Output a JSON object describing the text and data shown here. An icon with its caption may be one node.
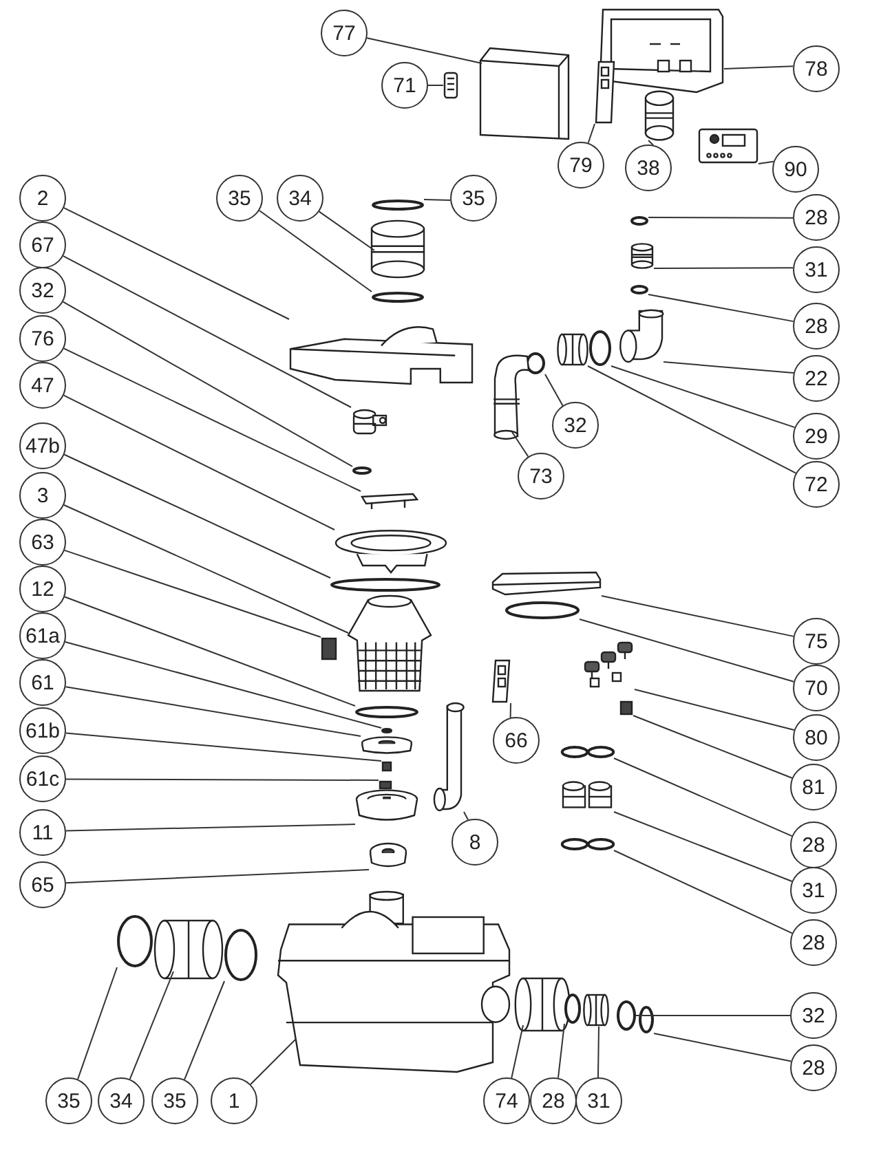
{
  "diagram": {
    "nodes": [
      {
        "text": [
          "77"
        ]
      },
      {
        "text": [
          "71"
        ]
      },
      {
        "text": [
          "78"
        ]
      },
      {
        "text": [
          "79"
        ]
      },
      {
        "text": [
          "38"
        ]
      },
      {
        "text": [
          "90"
        ]
      },
      {
        "text": [
          "2"
        ]
      },
      {
        "text": [
          "35"
        ]
      },
      {
        "text": [
          "34"
        ]
      },
      {
        "text": [
          "35"
        ]
      },
      {
        "text": [
          "28"
        ]
      },
      {
        "text": [
          "31"
        ]
      },
      {
        "text": [
          "28"
        ]
      },
      {
        "text": [
          "22"
        ]
      },
      {
        "text": [
          "67"
        ]
      },
      {
        "text": [
          "32"
        ]
      },
      {
        "text": [
          "76"
        ]
      },
      {
        "text": [
          "29"
        ]
      },
      {
        "text": [
          "72"
        ]
      },
      {
        "text": [
          "32"
        ]
      },
      {
        "text": [
          "73"
        ]
      },
      {
        "text": [
          "47"
        ]
      },
      {
        "text": [
          "47b"
        ]
      },
      {
        "text": [
          "3"
        ]
      },
      {
        "text": [
          "63"
        ]
      },
      {
        "text": [
          "12"
        ]
      },
      {
        "text": [
          "61a"
        ]
      },
      {
        "text": [
          "61"
        ]
      },
      {
        "text": [
          "61b"
        ]
      },
      {
        "text": [
          "61c"
        ]
      },
      {
        "text": [
          "75"
        ]
      },
      {
        "text": [
          "70"
        ]
      },
      {
        "text": [
          "66"
        ]
      },
      {
        "text": [
          "80"
        ]
      },
      {
        "text": [
          "81"
        ]
      },
      {
        "text": [
          "11"
        ]
      },
      {
        "text": [
          "8"
        ]
      },
      {
        "text": [
          "28"
        ]
      },
      {
        "text": [
          "31"
        ]
      },
      {
        "text": [
          "28"
        ]
      },
      {
        "text": [
          "65"
        ]
      },
      {
        "text": [
          "32"
        ]
      },
      {
        "text": [
          "28"
        ]
      },
      {
        "text": [
          "35"
        ]
      },
      {
        "text": [
          "34"
        ]
      },
      {
        "text": [
          "35"
        ]
      },
      {
        "text": [
          "1"
        ]
      },
      {
        "text": [
          "74"
        ]
      },
      {
        "text": [
          "28"
        ]
      },
      {
        "text": [
          "31"
        ]
      },
      {
        "text": [],
        "shape": "picture"
      },
      {
        "text": [],
        "shape": "picture"
      },
      {
        "text": [],
        "shape": "picture"
      },
      {
        "text": [],
        "shape": "picture"
      },
      {
        "text": [],
        "shape": "picture"
      },
      {
        "text": [],
        "shape": "picture"
      },
      {
        "text": [],
        "shape": "picture"
      },
      {
        "text": [],
        "shape": "circle"
      },
      {
        "text": [],
        "shape": "picture"
      },
      {
        "text": [],
        "shape": "circle"
      },
      {
        "text": [],
        "shape": "circle"
      },
      {
        "text": [],
        "shape": "picture"
      },
      {
        "text": [],
        "shape": "circle"
      },
      {
        "text": [],
        "shape": "picture"
      },
      {
        "text": [],
        "shape": "picture"
      },
      {
        "text": [],
        "shape": "circle"
      },
      {
        "text": [],
        "shape": "picture"
      },
      {
        "text": [],
        "shape": "circle"
      },
      {
        "text": [],
        "shape": "picture"
      },
      {
        "text": [],
        "shape": "circle"
      },
      {
        "text": [],
        "shape": "picture"
      },
      {
        "text": [],
        "shape": "picture"
      },
      {
        "text": [],
        "shape": "circle"
      },
      {
        "text": [],
        "shape": "picture"
      },
      {
        "text": [],
        "shape": "box"
      },
      {
        "text": [],
        "shape": "circle"
      },
      {
        "text": [],
        "shape": "circle"
      },
      {
        "text": [],
        "shape": "picture"
      },
      {
        "text": [],
        "shape": "box"
      },
      {
        "text": [],
        "shape": "box"
      },
      {
        "text": [],
        "shape": "picture"
      },
      {
        "text": [],
        "shape": "circle"
      },
      {
        "text": [],
        "shape": "picture"
      },
      {
        "text": [],
        "shape": "picture"
      },
      {
        "text": [],
        "shape": "box"
      },
      {
        "text": [],
        "shape": "picture"
      },
      {
        "text": [],
        "shape": "picture"
      },
      {
        "text": [],
        "shape": "picture"
      },
      {
        "text": [],
        "shape": "picture"
      },
      {
        "text": [],
        "shape": "picture"
      },
      {
        "text": [],
        "shape": "picture"
      },
      {
        "text": [],
        "shape": "circle"
      },
      {
        "text": [],
        "shape": "circle"
      },
      {
        "text": [],
        "shape": "circle"
      },
      {
        "text": [],
        "shape": "picture"
      },
      {
        "text": [],
        "shape": "circle"
      },
      {
        "text": [],
        "shape": "picture"
      },
      {
        "text": [],
        "shape": "picture"
      },
      {
        "text": [],
        "shape": "circle"
      },
      {
        "text": [],
        "shape": "picture"
      }
    ],
    "edges": [
      {
        "from": 0,
        "to": 50,
        "arrow": "none"
      },
      {
        "from": 1,
        "to": 51,
        "arrow": "none"
      },
      {
        "from": 2,
        "to": 52,
        "arrow": "none"
      },
      {
        "from": 3,
        "to": 53,
        "arrow": "none"
      },
      {
        "from": 4,
        "to": 54,
        "arrow": "none"
      },
      {
        "from": 5,
        "to": 55,
        "arrow": "none"
      },
      {
        "from": 6,
        "to": 56,
        "arrow": "none"
      },
      {
        "from": 7,
        "to": 57,
        "arrow": "none"
      },
      {
        "from": 8,
        "to": 58,
        "arrow": "none"
      },
      {
        "from": 9,
        "to": 59,
        "arrow": "none"
      },
      {
        "from": 10,
        "to": 60,
        "arrow": "none"
      },
      {
        "from": 11,
        "to": 61,
        "arrow": "none"
      },
      {
        "from": 12,
        "to": 62,
        "arrow": "none"
      },
      {
        "from": 13,
        "to": 63,
        "arrow": "none"
      },
      {
        "from": 14,
        "to": 64,
        "arrow": "none"
      },
      {
        "from": 15,
        "to": 65,
        "arrow": "none"
      },
      {
        "from": 16,
        "to": 66,
        "arrow": "none"
      },
      {
        "from": 17,
        "to": 67,
        "arrow": "none"
      },
      {
        "from": 18,
        "to": 68,
        "arrow": "none"
      },
      {
        "from": 19,
        "to": 69,
        "arrow": "none"
      },
      {
        "from": 20,
        "to": 70,
        "arrow": "none"
      },
      {
        "from": 21,
        "to": 71,
        "arrow": "none"
      },
      {
        "from": 22,
        "to": 72,
        "arrow": "none"
      },
      {
        "from": 23,
        "to": 73,
        "arrow": "none"
      },
      {
        "from": 24,
        "to": 74,
        "arrow": "none"
      },
      {
        "from": 25,
        "to": 75,
        "arrow": "none"
      },
      {
        "from": 26,
        "to": 76,
        "arrow": "none"
      },
      {
        "from": 27,
        "to": 77,
        "arrow": "none"
      },
      {
        "from": 28,
        "to": 78,
        "arrow": "none"
      },
      {
        "from": 29,
        "to": 79,
        "arrow": "none"
      },
      {
        "from": 30,
        "to": 80,
        "arrow": "none"
      },
      {
        "from": 31,
        "to": 81,
        "arrow": "none"
      },
      {
        "from": 32,
        "to": 82,
        "arrow": "none"
      },
      {
        "from": 33,
        "to": 83,
        "arrow": "none"
      },
      {
        "from": 34,
        "to": 84,
        "arrow": "none"
      },
      {
        "from": 35,
        "to": 85,
        "arrow": "none"
      },
      {
        "from": 36,
        "to": 86,
        "arrow": "none"
      },
      {
        "from": 37,
        "to": 87,
        "arrow": "none"
      },
      {
        "from": 38,
        "to": 88,
        "arrow": "none"
      },
      {
        "from": 39,
        "to": 89,
        "arrow": "none"
      },
      {
        "from": 40,
        "to": 90,
        "arrow": "none"
      },
      {
        "from": 41,
        "to": 91,
        "arrow": "none"
      },
      {
        "from": 42,
        "to": 92,
        "arrow": "none"
      },
      {
        "from": 43,
        "to": 93,
        "arrow": "none"
      },
      {
        "from": 44,
        "to": 94,
        "arrow": "none"
      },
      {
        "from": 45,
        "to": 95,
        "arrow": "none"
      },
      {
        "from": 46,
        "to": 96,
        "arrow": "none"
      },
      {
        "from": 47,
        "to": 97,
        "arrow": "none"
      },
      {
        "from": 48,
        "to": 98,
        "arrow": "none"
      },
      {
        "from": 49,
        "to": 99,
        "arrow": "none"
      }
    ]
  }
}
